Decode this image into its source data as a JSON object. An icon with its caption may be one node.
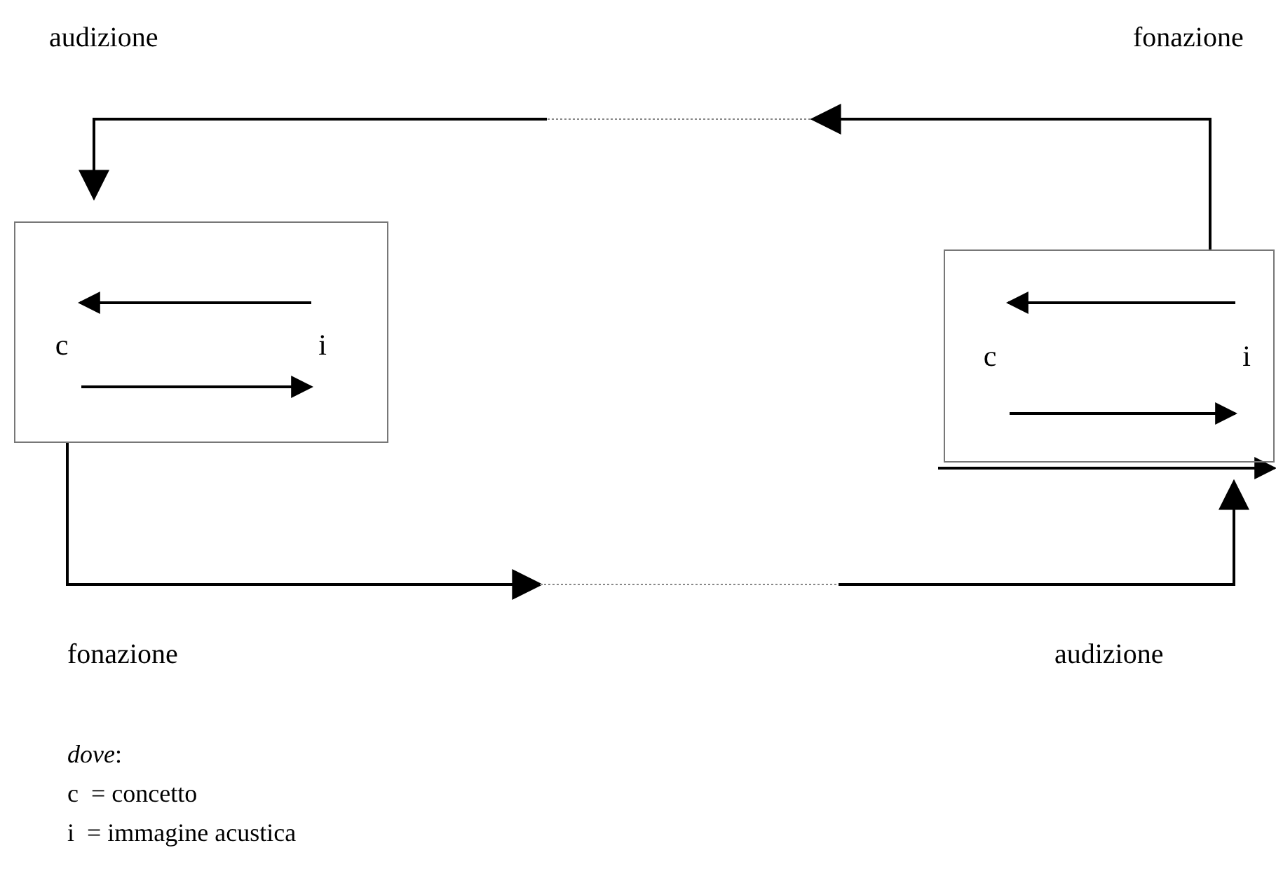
{
  "diagram": {
    "nodes": [
      {
        "text": [],
        "shape": "box"
      },
      {
        "text": [
          "c"
        ],
        "in": 0
      },
      {
        "text": [
          "i"
        ],
        "in": 0
      },
      {
        "text": [],
        "shape": "box"
      },
      {
        "text": [
          "c"
        ],
        "in": 3
      },
      {
        "text": [
          "i"
        ],
        "in": 3
      }
    ],
    "edges": [
      {
        "from": 2,
        "to": 1,
        "arrow": "to"
      },
      {
        "from": 1,
        "to": 2,
        "arrow": "to"
      },
      {
        "from": 5,
        "to": 4,
        "arrow": "to"
      },
      {
        "from": 4,
        "to": 5,
        "arrow": "to"
      },
      {
        "from": 0,
        "to": 3,
        "arrow": "to"
      },
      {
        "from": 3,
        "to": 0,
        "arrow": "to"
      },
      {
        "from": null,
        "to": 3,
        "arrow": "to"
      }
    ],
    "labels": [
      "audizione",
      "fonazione",
      "fonazione",
      "audizione",
      "*dove*:",
      "c  = concetto",
      "i  = immagine acustica"
    ]
  }
}
